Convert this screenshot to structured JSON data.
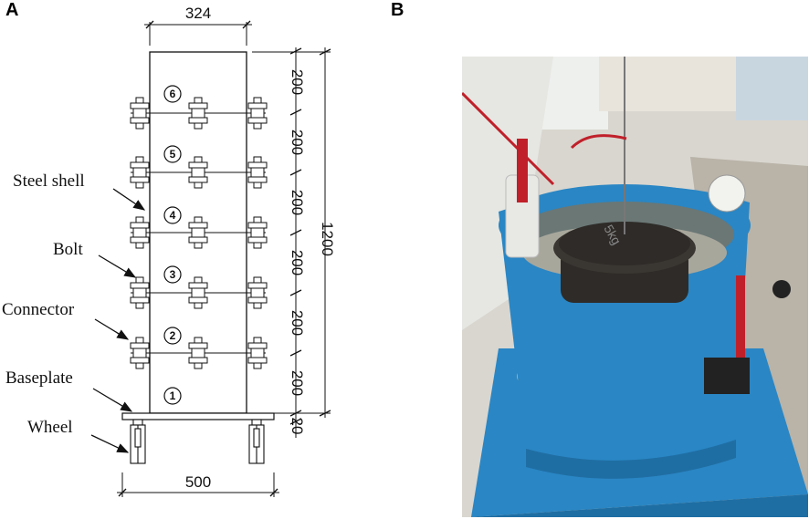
{
  "panels": {
    "a_label": "A",
    "b_label": "B"
  },
  "dimensions": {
    "top_width": "324",
    "bottom_width": "500",
    "segment": "200",
    "total_height": "1200",
    "base_thickness": "20"
  },
  "callouts": {
    "steel_shell": "Steel shell",
    "bolt": "Bolt",
    "connector": "Connector",
    "baseplate": "Baseplate",
    "wheel": "Wheel"
  },
  "segments": [
    "6",
    "5",
    "4",
    "3",
    "2",
    "1"
  ],
  "photo_weight_text": "5kg",
  "colors": {
    "drum_blue": "#2a86c4",
    "red_clamp": "#c0202a",
    "weight_dark": "#2e2b28",
    "background_wall": "#d9d6cf"
  }
}
